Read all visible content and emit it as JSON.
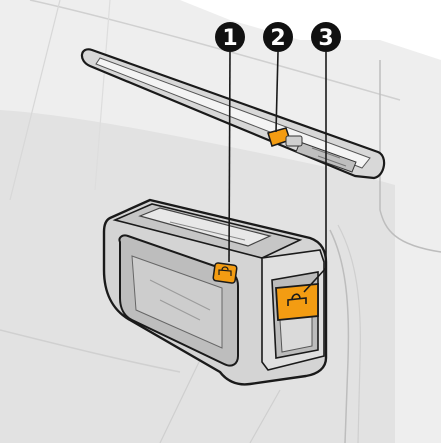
{
  "callouts": [
    {
      "label": "1"
    },
    {
      "label": "2"
    },
    {
      "label": "3"
    }
  ],
  "colors": {
    "background": "#ffffff",
    "body_panel": "#e6e6e6",
    "outline": "#1a1a1a",
    "light_line": "#bdbdbd",
    "accent_orange": "#f39c12",
    "handle_gray": "#cfcfcf",
    "callout_fill": "#111111"
  },
  "icons": [
    "sensor-button-icon",
    "lock-icon"
  ]
}
